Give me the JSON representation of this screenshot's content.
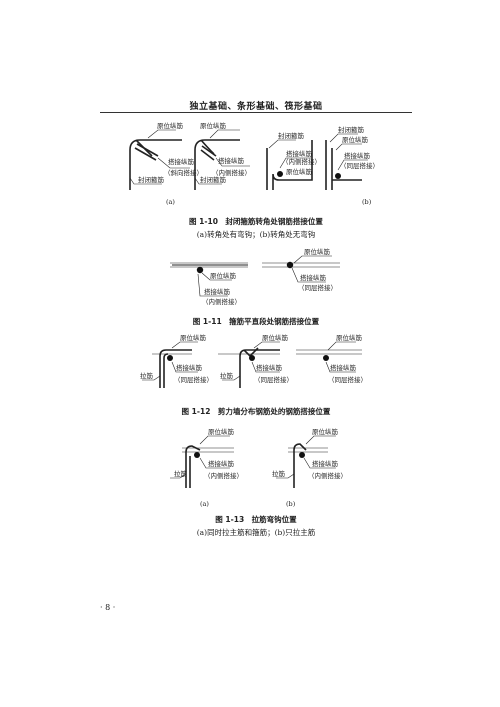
{
  "header": {
    "title": "独立基础、条形基础、筏形基础"
  },
  "labels": {
    "yuanwei_zongjin": "原位纵筋",
    "dajie_zongjin": "搭接纵筋",
    "fengbi_gujin": "封闭箍筋",
    "lajin": "拉筋",
    "xiexiang_dajie": "（斜向搭接）",
    "neice_dajie": "（内侧搭接）",
    "tongceng_dajie": "（同层搭接）",
    "sub_a": "(a)",
    "sub_b": "(b)"
  },
  "figures": {
    "fig10": {
      "caption": "图 1-10　封闭箍筋转角处钢筋搭接位置",
      "subcaption": "(a)转角处有弯钩；(b)转角处无弯钩"
    },
    "fig11": {
      "caption": "图 1-11　箍筋平直段处钢筋搭接位置"
    },
    "fig12": {
      "caption": "图 1-12　剪力墙分布钢筋处的钢筋搭接位置"
    },
    "fig13": {
      "caption": "图 1-13　拉筋弯钩位置",
      "subcaption": "(a)同时拉主筋和箍筋；(b)只拉主筋"
    }
  },
  "page": {
    "number": "· 8 ·"
  }
}
